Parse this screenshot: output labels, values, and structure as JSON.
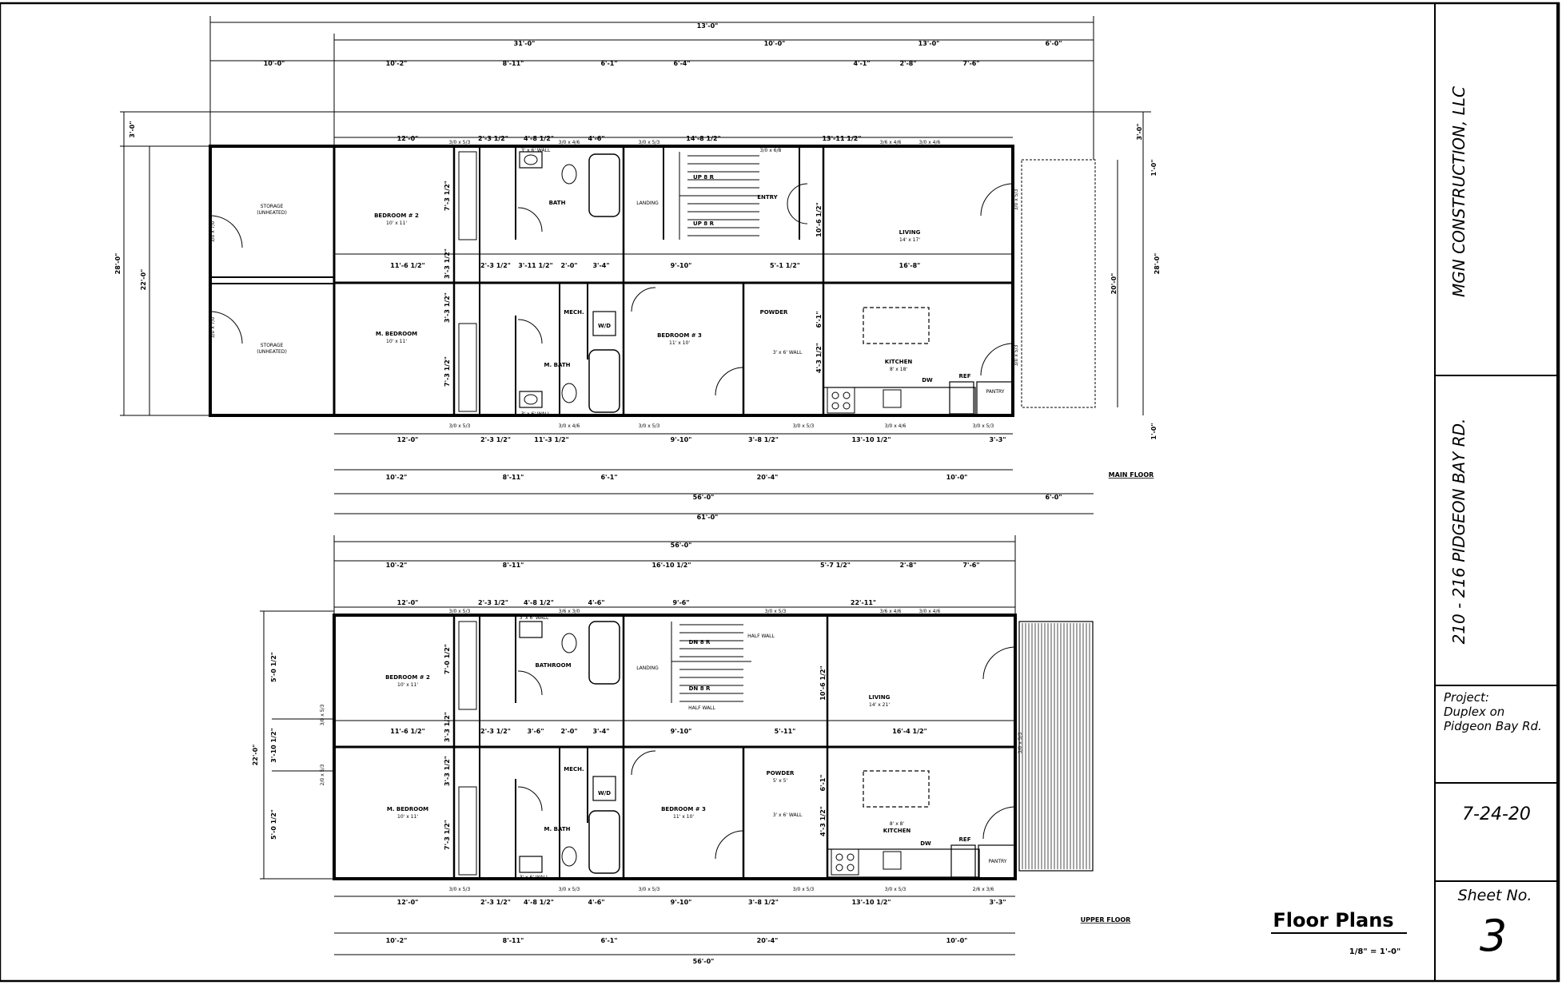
{
  "title_block": {
    "company": "MGN CONSTRUCTION, LLC",
    "address": "210 - 216 PIDGEON BAY RD.",
    "project_lines": [
      "Project:",
      "Duplex on",
      "Pidgeon Bay Rd."
    ],
    "date": "7-24-20",
    "sheet_label": "Sheet No.",
    "sheet_number": "3"
  },
  "drawing": {
    "title": "Floor Plans",
    "scale": "1/8\" = 1'-0\""
  },
  "main_floor": {
    "label": "MAIN FLOOR",
    "rooms": [
      {
        "name": "STORAGE",
        "sub": "(UNHEATED)"
      },
      {
        "name": "STORAGE",
        "sub": "(UNHEATED)"
      },
      {
        "name": "BEDROOM # 2",
        "sub": "10' x 11'"
      },
      {
        "name": "M. BEDROOM",
        "sub": "10' x 11'"
      },
      {
        "name": "BATH",
        "sub": ""
      },
      {
        "name": "M. BATH",
        "sub": ""
      },
      {
        "name": "MECH.",
        "sub": ""
      },
      {
        "name": "W/D",
        "sub": ""
      },
      {
        "name": "LANDING",
        "sub": ""
      },
      {
        "name": "UP 8 R",
        "sub": ""
      },
      {
        "name": "UP 8 R",
        "sub": ""
      },
      {
        "name": "ENTRY",
        "sub": ""
      },
      {
        "name": "BEDROOM # 3",
        "sub": "11' x 10'"
      },
      {
        "name": "POWDER",
        "sub": ""
      },
      {
        "name": "LIVING",
        "sub": "14' x 17'"
      },
      {
        "name": "KITCHEN",
        "sub": "8' x 18'"
      },
      {
        "name": "DW",
        "sub": ""
      },
      {
        "name": "REF",
        "sub": ""
      },
      {
        "name": "PANTRY",
        "sub": ""
      }
    ],
    "top_overall": "13'-0\"",
    "top_row2": [
      "31'-0\"",
      "10'-0\"",
      "13'-0\"",
      "6'-0\""
    ],
    "top_row3": [
      "10'-0\"",
      "10'-2\"",
      "8'-11\"",
      "6'-1\"",
      "6'-4\"",
      "4'-1\"",
      "2'-8\"",
      "7'-6\""
    ],
    "top_row4": [
      "12'-0\"",
      "2'-3 1/2\"",
      "4'-8 1/2\"",
      "4'-6\"",
      "14'-8 1/2\"",
      "13'-11 1/2\""
    ],
    "mid_row": [
      "11'-6 1/2\"",
      "2'-3 1/2\"",
      "3'-11 1/2\"",
      "2'-0\"",
      "3'-4\"",
      "9'-10\"",
      "5'-1 1/2\"",
      "16'-8\""
    ],
    "bot_row1": [
      "12'-0\"",
      "2'-3 1/2\"",
      "11'-3 1/2\"",
      "9'-10\"",
      "3'-8 1/2\"",
      "13'-10 1/2\"",
      "3'-3\""
    ],
    "bot_row2": [
      "10'-2\"",
      "8'-11\"",
      "6'-1\"",
      "20'-4\"",
      "10'-0\""
    ],
    "bot_row3": [
      "56'-0\"",
      "6'-0\""
    ],
    "bot_overall": "61'-0\"",
    "left_dims": [
      "3'-0\"",
      "28'-0\"",
      "22'-0\""
    ],
    "right_dims": [
      "3'-0\"",
      "1'-0\"",
      "20'-0\"",
      "28'-0\"",
      "1'-0\""
    ],
    "small_dims": [
      "7'-3 1/2\"",
      "3'-3 1/2\"",
      "3'-3 1/2\"",
      "7'-3 1/2\"",
      "10'-6 1/2\"",
      "6'-1\"",
      "4'-3 1/2\""
    ],
    "windows": [
      "3/0 x 5/3",
      "3/0 x 5/3",
      "3/0 x 4/6",
      "3/0 x 5/3",
      "3/0 x 6/8",
      "3/6 x 4/6",
      "3/0 x 4/6",
      "3/0 x 5/3",
      "3/0 x 4/6",
      "3/0 x 5/3",
      "3/0 x 4/6",
      "3/0 x 5/3",
      "3/0 x 7/0",
      "3/0 x 7/0",
      "3/0 x 5/3",
      "3/0 x 5/3"
    ],
    "walls": [
      "3' x 6' WALL",
      "3' x 6' WALL",
      "3' x 6' WALL"
    ]
  },
  "upper_floor": {
    "label": "UPPER FLOOR",
    "rooms": [
      {
        "name": "BEDROOM # 2",
        "sub": "10' x 11'"
      },
      {
        "name": "M. BEDROOM",
        "sub": "10' x 11'"
      },
      {
        "name": "BATHROOM",
        "sub": ""
      },
      {
        "name": "M. BATH",
        "sub": ""
      },
      {
        "name": "MECH.",
        "sub": ""
      },
      {
        "name": "W/D",
        "sub": ""
      },
      {
        "name": "LANDING",
        "sub": ""
      },
      {
        "name": "DN 8 R",
        "sub": ""
      },
      {
        "name": "DN 8 R",
        "sub": ""
      },
      {
        "name": "HALF WALL",
        "sub": ""
      },
      {
        "name": "HALF WALL",
        "sub": ""
      },
      {
        "name": "BEDROOM # 3",
        "sub": "11' x 10'"
      },
      {
        "name": "POWDER",
        "sub": "5' x 5'"
      },
      {
        "name": "LIVING",
        "sub": "14' x 21'"
      },
      {
        "name": "KITCHEN",
        "sub": "8' x 8'"
      },
      {
        "name": "DW",
        "sub": ""
      },
      {
        "name": "REF",
        "sub": ""
      },
      {
        "name": "PANTRY",
        "sub": ""
      }
    ],
    "top_overall": "56'-0\"",
    "top_row2": [
      "10'-2\"",
      "8'-11\"",
      "16'-10 1/2\"",
      "5'-7 1/2\"",
      "2'-8\"",
      "7'-6\""
    ],
    "top_row3": [
      "12'-0\"",
      "2'-3 1/2\"",
      "4'-8 1/2\"",
      "4'-6\"",
      "9'-6\"",
      "22'-11\""
    ],
    "mid_row": [
      "11'-6 1/2\"",
      "2'-3 1/2\"",
      "3'-6\"",
      "2'-0\"",
      "3'-4\"",
      "9'-10\"",
      "5'-11\"",
      "16'-4 1/2\""
    ],
    "bot_row1": [
      "12'-0\"",
      "2'-3 1/2\"",
      "4'-8 1/2\"",
      "4'-6\"",
      "9'-10\"",
      "3'-8 1/2\"",
      "13'-10 1/2\"",
      "3'-3\""
    ],
    "bot_row2": [
      "10'-2\"",
      "8'-11\"",
      "6'-1\"",
      "20'-4\"",
      "10'-0\""
    ],
    "bot_overall": "56'-0\"",
    "left_dims": [
      "22'-0\"",
      "5'-0 1/2\"",
      "3'-10 1/2\"",
      "5'-0 1/2\""
    ],
    "small_dims": [
      "7'-0 1/2\"",
      "3'-3 1/2\"",
      "3'-3 1/2\"",
      "7'-3 1/2\"",
      "10'-6 1/2\"",
      "6'-1\"",
      "4'-3 1/2\""
    ],
    "windows": [
      "3/0 x 5/3",
      "3/0 x 5/3",
      "3/6 x 3/0",
      "3/0 x 5/3",
      "3/0 x 5/3",
      "3/6 x 4/6",
      "3/0 x 4/6",
      "3/0 x 5/3",
      "3/0 x 5/3",
      "3/0 x 5/3",
      "2/6 x 3/6",
      "3/0 x 5/3",
      "2/0 x 5/3",
      "3/0 x 5/3"
    ],
    "walls": [
      "3' x 6' WALL",
      "3' x 6' WALL",
      "3' x 6' WALL"
    ]
  }
}
